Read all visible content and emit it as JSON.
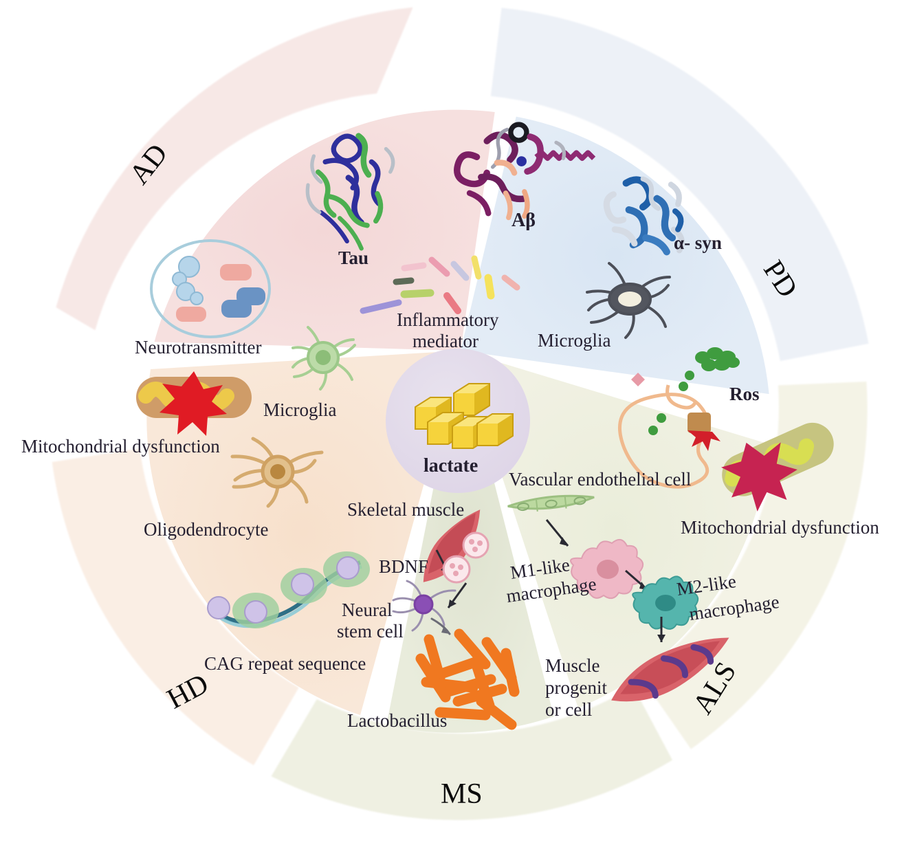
{
  "figure": {
    "type": "radial-sector-diagram",
    "center_label": "lactate",
    "sector_count": 5
  },
  "colors": {
    "ad_ring": "#f7e8e6",
    "ad_inner": "#f4dcdc",
    "pd_ring": "#edf1f7",
    "pd_inner": "#dbe7f3",
    "als_ring": "#f4f3e6",
    "als_inner": "#eceedd",
    "ms_ring": "#eff0e2",
    "ms_inner": "#e2e5d2",
    "hd_ring": "#faeee4",
    "hd_inner": "#f7e2cf",
    "center_circle": "#e2dbe9",
    "text": "#241f30",
    "ring_text": "#0b0b0b",
    "gap": "#ffffff",
    "lactate_cube": "#f6d33c",
    "lactate_cube_top": "#fae57d",
    "lactate_cube_side": "#e0b820"
  },
  "sectors": [
    {
      "id": "AD",
      "ring_label": "AD",
      "items": [
        {
          "name": "Tau",
          "bold": true
        },
        {
          "name": "Aβ",
          "bold": true
        },
        {
          "name": "Inflammatory mediator",
          "bold": false
        },
        {
          "name": "Neurotransmitter",
          "bold": false
        },
        {
          "name": "Microglia",
          "bold": false
        },
        {
          "name": "Mitochondrial dysfunction",
          "bold": false
        },
        {
          "name": "Oligodendrocyte",
          "bold": false
        }
      ]
    },
    {
      "id": "PD",
      "ring_label": "PD",
      "items": [
        {
          "name": "α- syn",
          "bold": true
        },
        {
          "name": "Microglia",
          "bold": false
        },
        {
          "name": "Ros",
          "bold": true
        },
        {
          "name": "Mitochondrial dysfunction",
          "bold": false
        }
      ]
    },
    {
      "id": "ALS",
      "ring_label": "ALS",
      "items": [
        {
          "name": "Vascular endothelial cell",
          "bold": false
        },
        {
          "name": "M1-like macrophage",
          "bold": false
        },
        {
          "name": "M2-like macrophage",
          "bold": false
        },
        {
          "name": "Muscle progenit or cell",
          "bold": false
        }
      ]
    },
    {
      "id": "MS",
      "ring_label": "MS",
      "items": [
        {
          "name": "Skeletal muscle",
          "bold": false
        },
        {
          "name": "BDNF",
          "bold": false
        },
        {
          "name": "Neural stem cell",
          "bold": false
        },
        {
          "name": "Lactobacillus",
          "bold": false
        }
      ]
    },
    {
      "id": "HD",
      "ring_label": "HD",
      "items": [
        {
          "name": "CAG repeat sequence",
          "bold": false
        }
      ]
    }
  ],
  "labels": {
    "ad": {
      "tau": "Tau",
      "abeta": "Aβ",
      "inflammatory_mediator_l1": "Inflammatory",
      "inflammatory_mediator_l2": "mediator",
      "neurotransmitter": "Neurotransmitter",
      "microglia": "Microglia",
      "mito_dysfunction": "Mitochondrial dysfunction",
      "oligodendrocyte": "Oligodendrocyte"
    },
    "pd": {
      "asyn": "α- syn",
      "microglia": "Microglia",
      "ros": "Ros",
      "mito_dysfunction": "Mitochondrial dysfunction"
    },
    "als": {
      "vascular_endothelial_cell": "Vascular endothelial cell",
      "m1_l1": "M1-like",
      "m1_l2": "macrophage",
      "m2_l1": "M2-like",
      "m2_l2": "macrophage",
      "muscle_l1": "Muscle",
      "muscle_l2": "progenit",
      "muscle_l3": "or cell"
    },
    "ms": {
      "skeletal_muscle": "Skeletal muscle",
      "bdnf": "BDNF",
      "neural_stem_l1": "Neural",
      "neural_stem_l2": "stem cell",
      "lactobacillus": "Lactobacillus"
    },
    "hd": {
      "cag": "CAG repeat sequence"
    },
    "center": {
      "lactate": "lactate"
    },
    "rings": {
      "ad": "AD",
      "pd": "PD",
      "als": "ALS",
      "ms": "MS",
      "hd": "HD"
    }
  }
}
